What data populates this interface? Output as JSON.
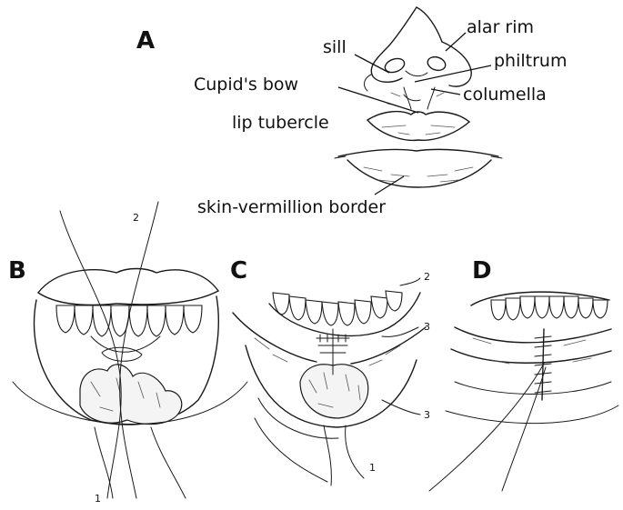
{
  "panels": {
    "a": {
      "letter": "A"
    },
    "b": {
      "letter": "B"
    },
    "c": {
      "letter": "C"
    },
    "d": {
      "letter": "D"
    }
  },
  "labels": {
    "alar_rim": "alar rim",
    "sill": "sill",
    "philtrum": "philtrum",
    "cupids_bow": "Cupid's bow",
    "columella": "columella",
    "lip_tubercle": "lip tubercle",
    "skin_vermillion_border": "skin-vermillion border"
  },
  "suture_numbers": {
    "b_top": "2",
    "b_bottom": "1",
    "c_top": "2",
    "c_mid": "3",
    "c_low": "3",
    "c_bottom": "1"
  }
}
